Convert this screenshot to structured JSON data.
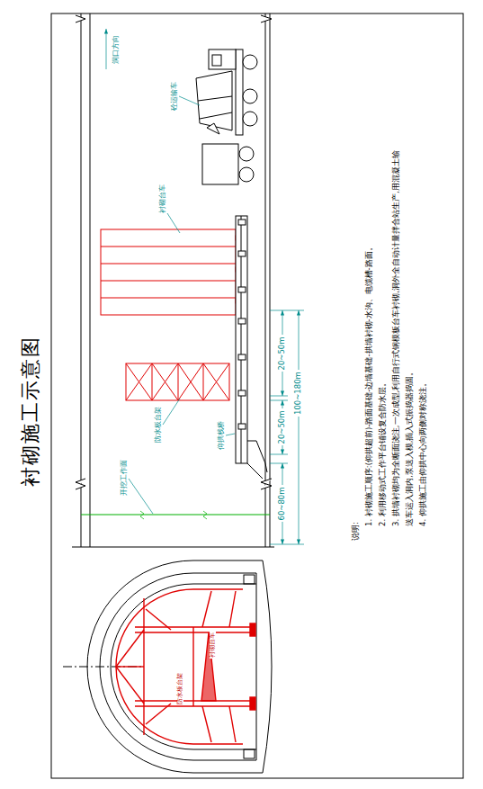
{
  "diagram": {
    "title": "衬砌施工示意图",
    "labels": [
      "洞口方向",
      "砼运输车",
      "衬砌台车",
      "防水板台架",
      "仰拱栈桥",
      "开挖工作面",
      "20~50m",
      "20~50m",
      "100~180m",
      "60~80m",
      "衬砌台车",
      "防水板台架",
      "说明:",
      "1. 衬砌施工顺序:(仰拱超前)-路面基础-边墙基础-拱墙衬砌-水沟、电缆槽-路面。",
      "2. 利用移动式工作平台铺设复合防水层。",
      "3. 拱墙衬砌均为全断面浇注,一次成型,利用自行式钢模板台车衬砌,洞外全自动计量拌合站生产,用混凝土输送车运入洞内,泵送入模,插入式振捣器捣固。",
      "4. 仰拱施工由仰拱中心向两侧对称浇注。"
    ]
  }
}
